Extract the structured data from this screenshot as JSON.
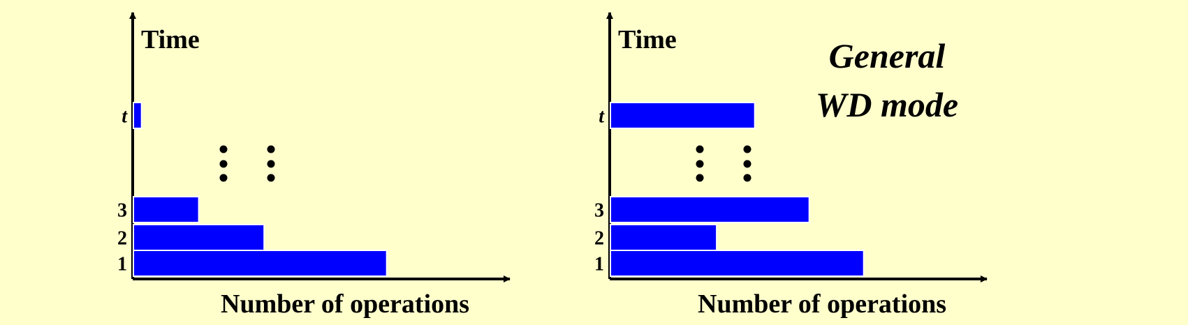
{
  "chart_data": [
    {
      "type": "bar",
      "orientation": "horizontal",
      "ylabel": "Time",
      "xlabel": "Number of operations",
      "title": "",
      "categories": [
        "1",
        "2",
        "3",
        "t"
      ],
      "category_styles": [
        "bold",
        "bold",
        "bold",
        "bold-italic"
      ],
      "values": [
        9.3,
        4.8,
        2.4,
        0.3
      ],
      "xlim": [
        0,
        13.8
      ],
      "continuation_marker": "⋮ ⋮",
      "grid": false,
      "legend": "none",
      "bar_color": "#0000ff"
    },
    {
      "type": "bar",
      "orientation": "horizontal",
      "ylabel": "Time",
      "xlabel": "Number of operations",
      "title": "General WD mode",
      "title_lines": [
        "General",
        "WD mode"
      ],
      "categories": [
        "1",
        "2",
        "3",
        "t"
      ],
      "category_styles": [
        "bold",
        "bold",
        "bold",
        "bold-italic"
      ],
      "values": [
        9.3,
        3.9,
        7.3,
        5.3
      ],
      "xlim": [
        0,
        13.8
      ],
      "continuation_marker": "⋮ ⋮",
      "grid": false,
      "legend": "none",
      "bar_color": "#0000ff"
    }
  ]
}
